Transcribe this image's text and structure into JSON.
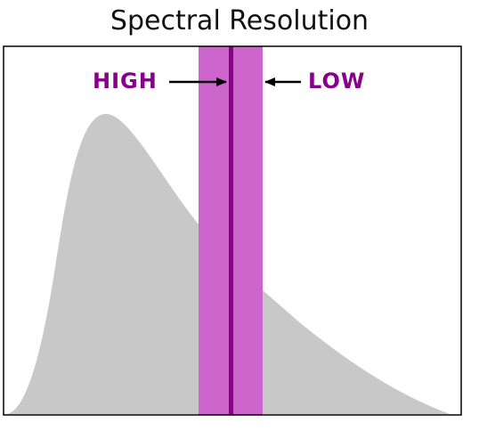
{
  "diagram": {
    "title": "Spectral Resolution",
    "label_high": "HIGH",
    "label_low": "LOW",
    "colors": {
      "curve_fill": "#c8c8c8",
      "wide_band": "#cc66cc",
      "narrow_band": "#880088",
      "label": "#880088",
      "frame": "#000000",
      "arrow": "#000000"
    },
    "icons": [
      "arrow-right-icon",
      "arrow-left-icon"
    ]
  }
}
